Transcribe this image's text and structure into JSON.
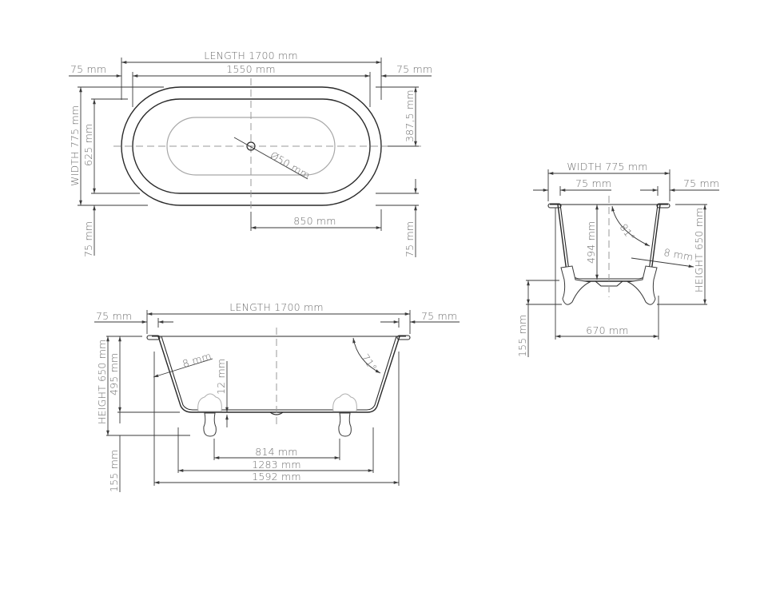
{
  "drawing": {
    "title": "Clawfoot bathtub technical dimension drawing",
    "units": "mm",
    "line_color": "#2a2a2a",
    "text_color": "#6e6e6e",
    "background": "#ffffff"
  },
  "top_view": {
    "length_label": "LENGTH 1700 mm",
    "inner_length_label": "1550 mm",
    "rim_left_label": "75 mm",
    "rim_right_label": "75 mm",
    "width_label": "WIDTH 775 mm",
    "inner_width_label": "625 mm",
    "half_width_label": "387,5 mm",
    "drain_offset_label": "850 mm",
    "drain_diameter_label": "Ø50 mm",
    "rim_bottom_left_label": "75 mm",
    "rim_bottom_right_label": "75 mm"
  },
  "side_view": {
    "length_label": "LENGTH 1700 mm",
    "rim_left_label": "75 mm",
    "rim_right_label": "75 mm",
    "height_label": "HEIGHT 650 mm",
    "depth_label": "495 mm",
    "wall_thickness_label": "8 mm",
    "bottom_thickness_label": "12 mm",
    "wall_angle_label": "71°",
    "foot_height_label": "155 mm",
    "feet_spacing_label": "814 mm",
    "base_length_label": "1283 mm",
    "overall_base_label": "1592 mm"
  },
  "end_view": {
    "width_label": "WIDTH 775 mm",
    "rim_left_label": "75 mm",
    "rim_right_label": "75 mm",
    "depth_label": "494 mm",
    "wall_angle_label": "81°",
    "wall_thickness_label": "8 mm",
    "height_label": "HEIGHT 650 mm",
    "foot_height_label": "155 mm",
    "base_width_label": "670 mm"
  }
}
